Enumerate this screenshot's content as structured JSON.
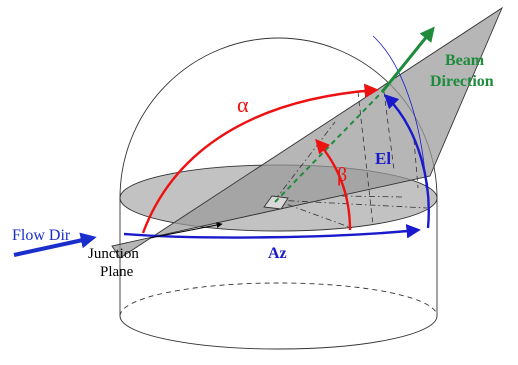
{
  "labels": {
    "alpha": "α",
    "beta": "β",
    "el": "El",
    "az": "Az",
    "beam_line1": "Beam",
    "beam_line2": "Direction",
    "flow": "Flow Dir",
    "junction_line1": "Junction",
    "junction_line2": "Plane"
  },
  "colors": {
    "alpha_arc": "#ee1111",
    "beta_arc": "#ee1111",
    "el_arc": "#1a1acc",
    "az_arc": "#1a1acc",
    "beam": "#1e8c3c",
    "flow": "#1a2ecc",
    "plane_fill": "#9a9a9a",
    "disc_fill": "#c2c2c2",
    "outline": "#333333"
  }
}
